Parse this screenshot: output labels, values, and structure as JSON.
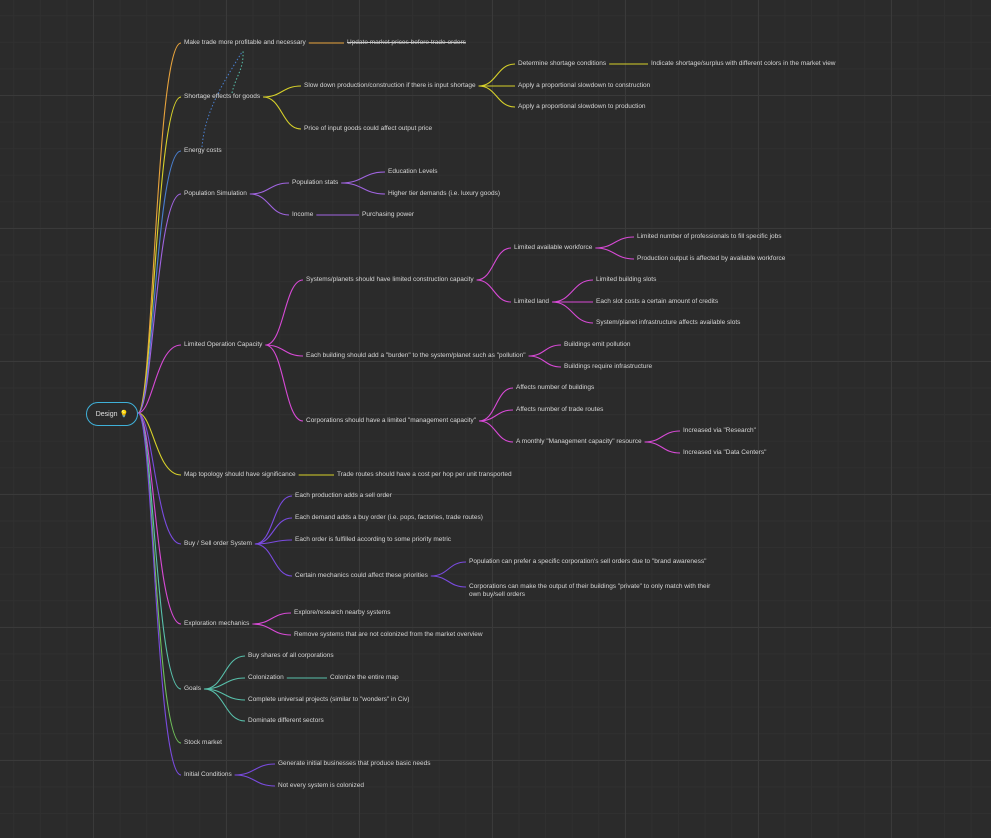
{
  "root": {
    "label": "Design",
    "icon": "lightbulb-icon"
  },
  "colors": {
    "orange": "#e8a33c",
    "yellow": "#d7d12a",
    "blue": "#4a7fcf",
    "purple": "#a064e0",
    "magenta": "#d84ad6",
    "violet": "#7a4be0",
    "teal": "#58c0ab",
    "green": "#6fbf5a",
    "root_border": "#3fb0d8"
  },
  "nodes": [
    {
      "id": "trade",
      "text": "Make trade more profitable and necessary",
      "color": "orange"
    },
    {
      "id": "trade1",
      "text": "Update market prices before trade orders",
      "color": "orange",
      "strike": true
    },
    {
      "id": "shortage",
      "text": "Shortage effects for goods",
      "color": "yellow"
    },
    {
      "id": "slow",
      "text": "Slow down production/construction if there is input shortage",
      "color": "yellow"
    },
    {
      "id": "det",
      "text": "Determine shortage conditions",
      "color": "yellow"
    },
    {
      "id": "indicate",
      "text": "Indicate shortage/surplus with different colors in the market view",
      "color": "yellow"
    },
    {
      "id": "applyc",
      "text": "Apply a proportional slowdown to construction",
      "color": "yellow"
    },
    {
      "id": "applyp",
      "text": "Apply a proportional slowdown to production",
      "color": "yellow"
    },
    {
      "id": "price",
      "text": "Price of input goods could affect output price",
      "color": "yellow"
    },
    {
      "id": "energy",
      "text": "Energy costs",
      "color": "blue"
    },
    {
      "id": "pop",
      "text": "Population Simulation",
      "color": "purple"
    },
    {
      "id": "popstats",
      "text": "Population stats",
      "color": "purple"
    },
    {
      "id": "edu",
      "text": "Education Levels",
      "color": "purple"
    },
    {
      "id": "higher",
      "text": "Higher tier demands (i.e. luxury goods)",
      "color": "purple"
    },
    {
      "id": "income",
      "text": "Income",
      "color": "purple"
    },
    {
      "id": "purch",
      "text": "Purchasing power",
      "color": "purple"
    },
    {
      "id": "limited",
      "text": "Limited Operation Capacity",
      "color": "magenta"
    },
    {
      "id": "sysplan",
      "text": "Systems/planets should have limited construction capacity",
      "color": "magenta"
    },
    {
      "id": "workforce",
      "text": "Limited available workforce",
      "color": "magenta"
    },
    {
      "id": "profs",
      "text": "Limited number of professionals to fill specific jobs",
      "color": "magenta"
    },
    {
      "id": "prodout",
      "text": "Production output is affected by available workforce",
      "color": "magenta"
    },
    {
      "id": "land",
      "text": "Limited land",
      "color": "magenta"
    },
    {
      "id": "slots",
      "text": "Limited building slots",
      "color": "magenta"
    },
    {
      "id": "slotcost",
      "text": "Each slot costs a certain amount of credits",
      "color": "magenta"
    },
    {
      "id": "infra",
      "text": "System/planet infrastructure affects available slots",
      "color": "magenta"
    },
    {
      "id": "burden",
      "text": "Each building should add a \"burden\" to the system/planet such as \"pollution\"",
      "color": "magenta"
    },
    {
      "id": "emit",
      "text": "Buildings emit pollution",
      "color": "magenta"
    },
    {
      "id": "reqinfra",
      "text": "Buildings require infrastructure",
      "color": "magenta"
    },
    {
      "id": "corp",
      "text": "Corporations should have a limited \"management capacity\"",
      "color": "magenta"
    },
    {
      "id": "affb",
      "text": "Affects number of buildings",
      "color": "magenta"
    },
    {
      "id": "afft",
      "text": "Affects number of trade routes",
      "color": "magenta"
    },
    {
      "id": "monthly",
      "text": "A monthly \"Management capacity\" resource",
      "color": "magenta"
    },
    {
      "id": "research",
      "text": "Increased via \"Research\"",
      "color": "magenta"
    },
    {
      "id": "datac",
      "text": "Increased via \"Data Centers\"",
      "color": "magenta"
    },
    {
      "id": "map",
      "text": "Map topology should have significance",
      "color": "yellow"
    },
    {
      "id": "routes",
      "text": "Trade routes should have a cost per hop per unit transported",
      "color": "yellow"
    },
    {
      "id": "buysell",
      "text": "Buy / Sell order System",
      "color": "violet"
    },
    {
      "id": "eachprod",
      "text": "Each production adds a sell order",
      "color": "violet"
    },
    {
      "id": "eachdem",
      "text": "Each demand adds a buy order (i.e. pops, factories, trade routes)",
      "color": "violet"
    },
    {
      "id": "fulfill",
      "text": "Each order is fulfilled according to some priority metric",
      "color": "violet"
    },
    {
      "id": "certain",
      "text": "Certain mechanics could affect these priorities",
      "color": "violet"
    },
    {
      "id": "prefer",
      "text": "Population can prefer a specific corporation's sell orders due to \"brand awareness\"",
      "color": "violet"
    },
    {
      "id": "private",
      "text": "Corporations can make the output of their buildings \"private\" to only match with their own buy/sell orders",
      "color": "violet"
    },
    {
      "id": "explore",
      "text": "Exploration mechanics",
      "color": "magenta"
    },
    {
      "id": "expnew",
      "text": "Explore/research nearby systems",
      "color": "magenta"
    },
    {
      "id": "remove",
      "text": "Remove systems that are not colonized from the market overview",
      "color": "magenta"
    },
    {
      "id": "goals",
      "text": "Goals",
      "color": "teal"
    },
    {
      "id": "buyshares",
      "text": "Buy shares of all corporations",
      "color": "teal"
    },
    {
      "id": "colon",
      "text": "Colonization",
      "color": "teal"
    },
    {
      "id": "colmap",
      "text": "Colonize the entire map",
      "color": "teal"
    },
    {
      "id": "univ",
      "text": "Complete universal projects (similar to \"wonders\" in Civ)",
      "color": "teal"
    },
    {
      "id": "dom",
      "text": "Dominate different sectors",
      "color": "teal"
    },
    {
      "id": "stock",
      "text": "Stock market",
      "color": "green"
    },
    {
      "id": "initial",
      "text": "Initial Conditions",
      "color": "violet"
    },
    {
      "id": "generate",
      "text": "Generate initial businesses that produce basic needs",
      "color": "violet"
    },
    {
      "id": "notevery",
      "text": "Not every system is colonized",
      "color": "violet"
    }
  ]
}
